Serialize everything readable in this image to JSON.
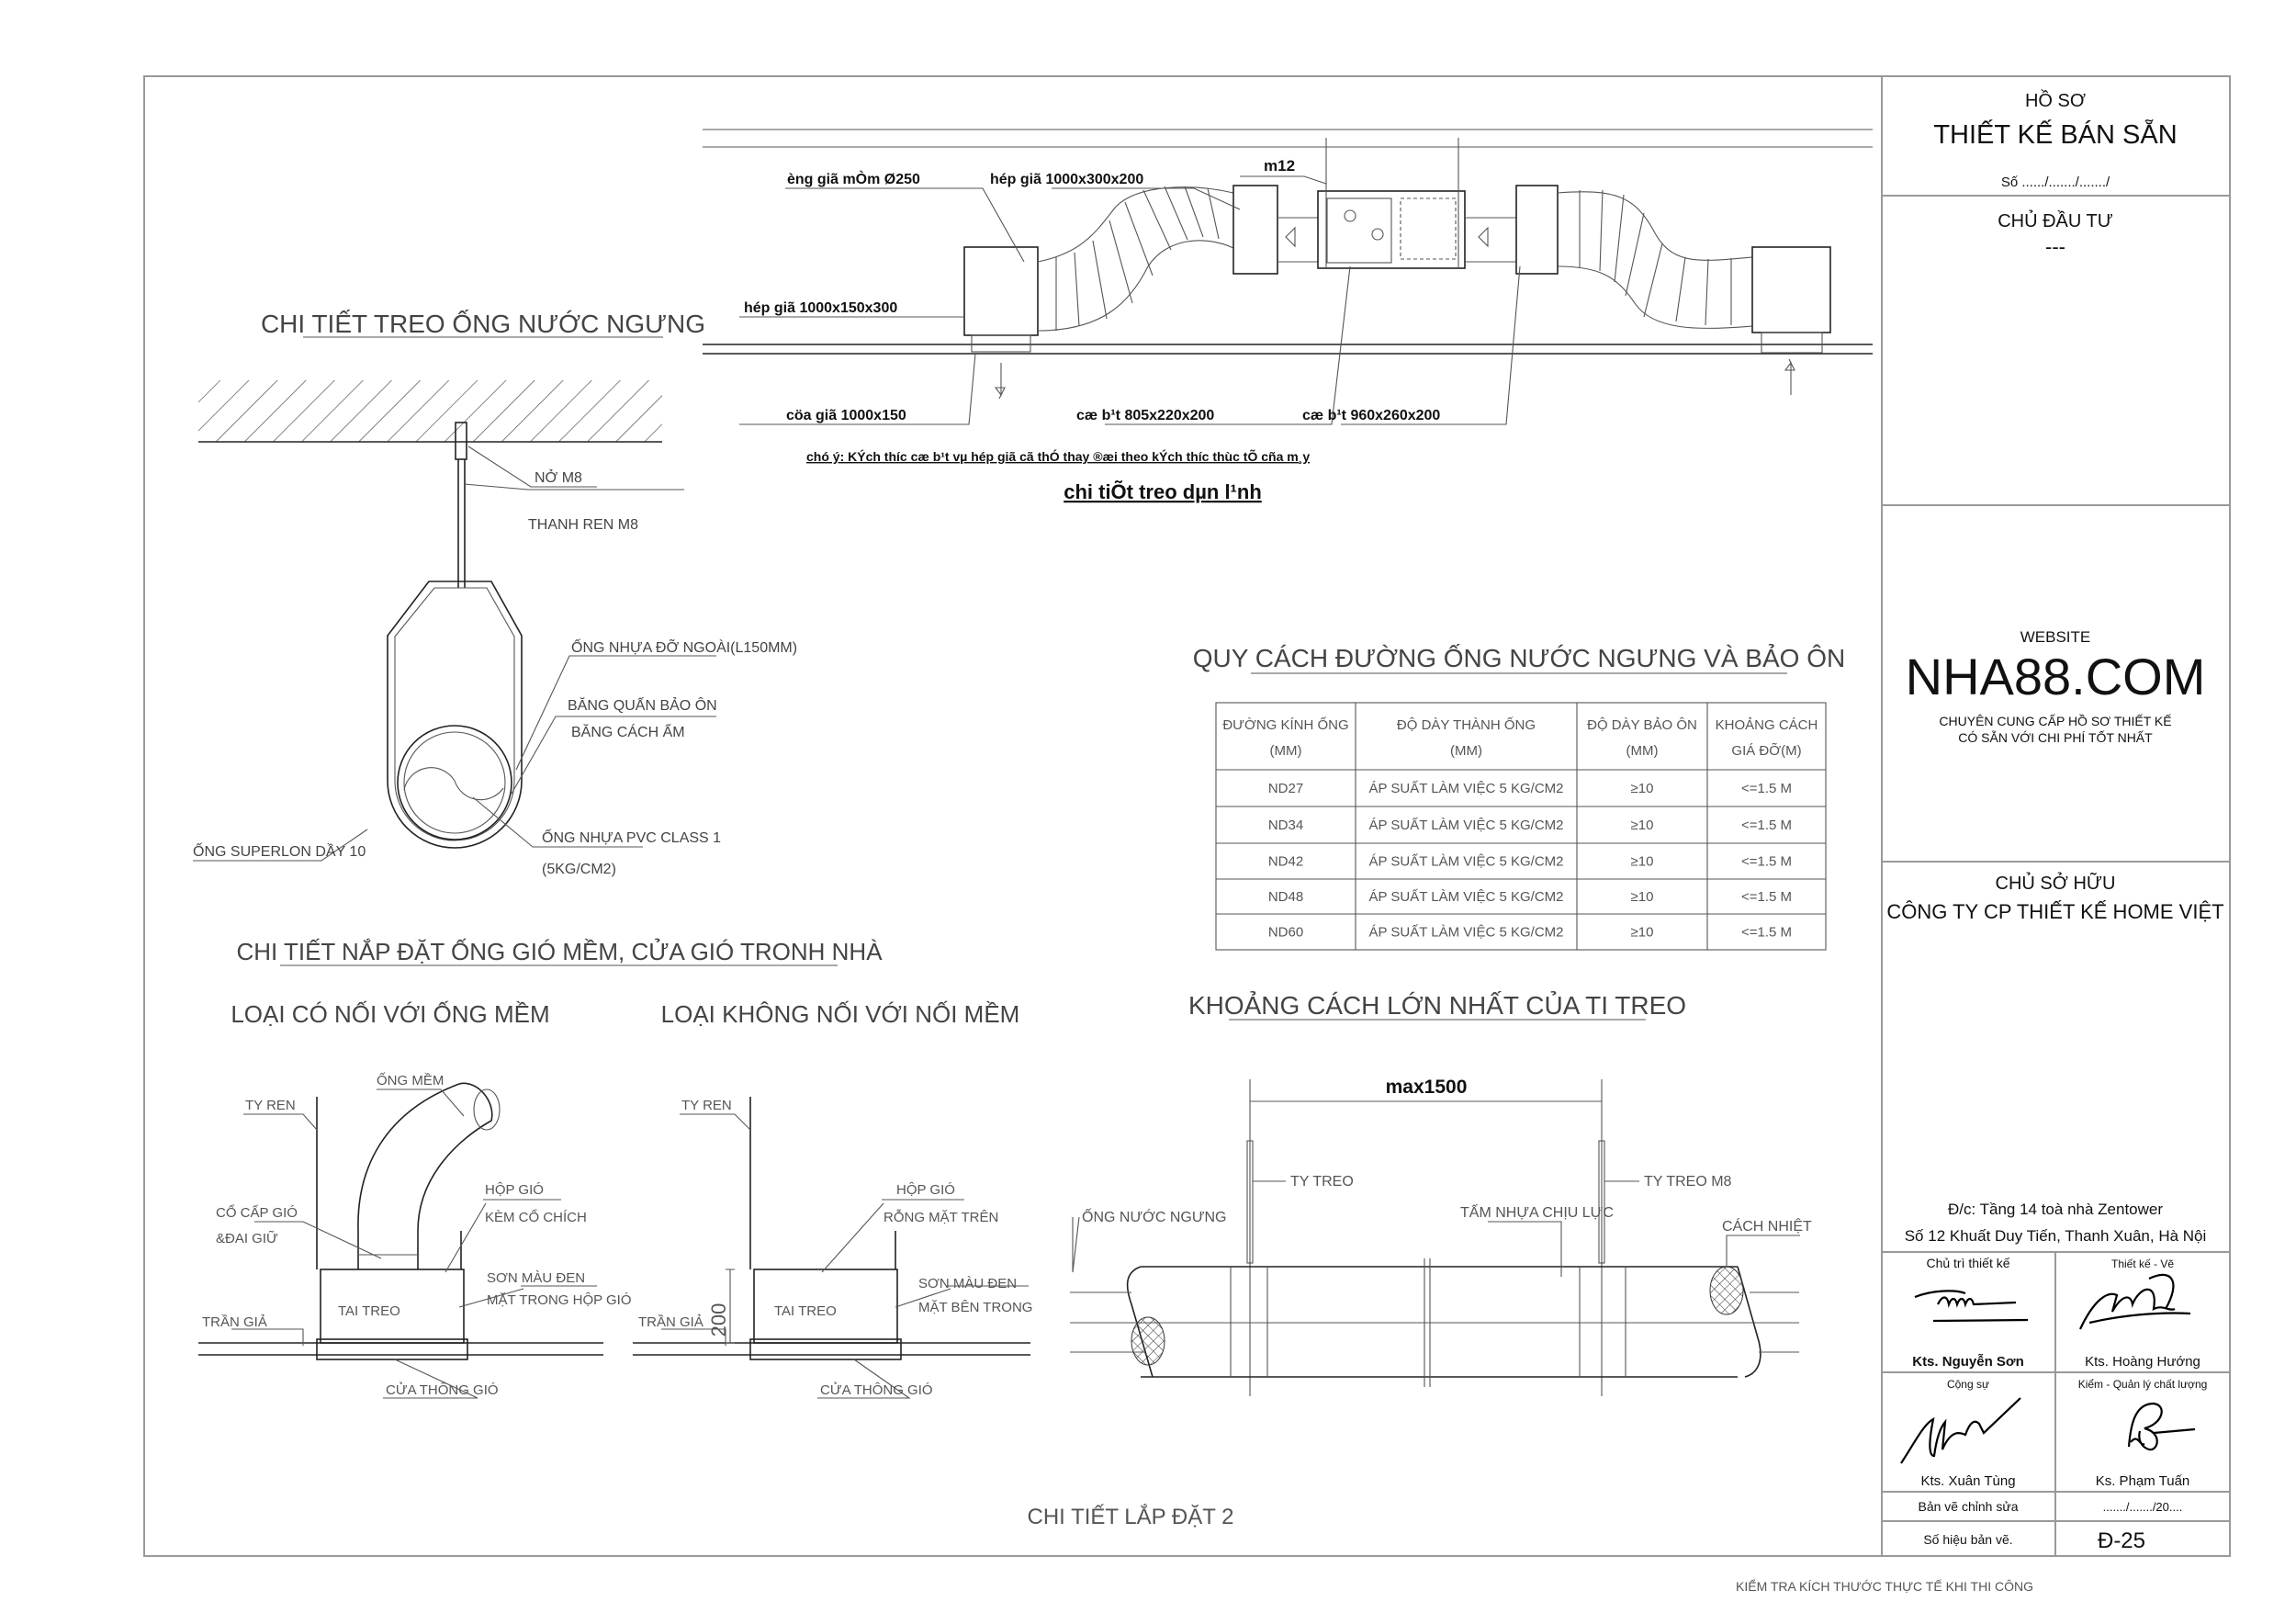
{
  "title_block": {
    "ho_so": "HỒ SƠ",
    "thiet_ke": "THIẾT KẾ BÁN SẴN",
    "so": "Số ....../......./......./",
    "chu_dau_tu_label": "CHỦ ĐẦU TƯ",
    "chu_dau_tu_value": "---",
    "website_label": "WEBSITE",
    "website": "NHA88.COM",
    "slogan_1": "CHUYÊN CUNG CẤP HỒ SƠ THIẾT KẾ",
    "slogan_2": "CÓ SẴN VỚI CHI PHÍ TỐT NHẤT",
    "chu_so_huu_label": "CHỦ SỞ HỮU",
    "chu_so_huu": "CÔNG TY CP THIẾT KẾ HOME VIỆT",
    "address_1": "Đ/c: Tầng 14 toà nhà Zentower",
    "address_2": "Số 12 Khuất Duy Tiến, Thanh Xuân, Hà Nội",
    "roles": [
      {
        "role": "Chủ trì thiết kế",
        "name": "Kts. Nguyễn Sơn"
      },
      {
        "role": "Thiết kế - Vẽ",
        "name": "Kts. Hoàng Hướng"
      },
      {
        "role": "Cộng sự",
        "name": "Kts. Xuân Tùng"
      },
      {
        "role": "Kiểm - Quản lý chất lượng",
        "name": "Ks. Phạm Tuấn"
      }
    ],
    "ban_ve_chinh_sua_label": "Bản vẽ chỉnh sửa",
    "ban_ve_chinh_sua_value": "......./......./20....",
    "so_hieu_label": "Số hiệu bản vẽ.",
    "so_hieu_value": "Đ-25"
  },
  "footer_note": "KIỂM TRA KÍCH THƯỚC THỰC TẾ KHI THI CÔNG",
  "sheet_title": "CHI TIẾT LẮP ĐẶT 2",
  "duct_detail": {
    "labels": {
      "flex_duct": "èng giã mÒm Ø250",
      "box_top": "hép giã 1000x300x200",
      "rod": "m12",
      "box_left": "hép giã 1000x150x300",
      "grille": "cöa giã 1000x150",
      "silencer_1": "cæ b¹t 805x220x200",
      "silencer_2": "cæ b¹t 960x260x200"
    },
    "note": "chó ý: KÝch th­íc cæ b¹t vµ hép giã cã thÓ thay ®æi theo kÝch th­íc thùc tÕ cña m¸y",
    "title": "chi tiÕt treo dµn l¹nh"
  },
  "condensate_hanger": {
    "title": "CHI TIẾT TREO ỐNG NƯỚC NGƯNG",
    "labels": {
      "anchor": "NỞ M8",
      "rod": "THANH REN M8",
      "outer_sleeve": "ỐNG NHỰA ĐỠ NGOÀI(L150MM)",
      "wrap_1": "BĂNG QUẤN BẢO ÔN",
      "wrap_2": "BĂNG CÁCH ẨM",
      "pvc_1": "ỐNG NHỰA PVC CLASS 1",
      "pvc_2": "(5KG/CM2)",
      "superlon": "ỐNG SUPERLON DẦY 10"
    }
  },
  "spec_table": {
    "title": "QUY CÁCH ĐƯỜNG ỐNG NƯỚC NGƯNG VÀ BẢO ÔN",
    "headers": [
      [
        "ĐƯỜNG KÍNH ỐNG",
        "(MM)"
      ],
      [
        "ĐỘ DÀY THÀNH ỐNG",
        "(MM)"
      ],
      [
        "ĐỘ DÀY BẢO ÔN",
        "(MM)"
      ],
      [
        "KHOẢNG CÁCH",
        "GIÁ ĐỠ(M)"
      ]
    ],
    "rows": [
      [
        "ND27",
        "ÁP SUẤT LÀM VIỆC 5 KG/CM2",
        "≥10",
        "<=1.5 M"
      ],
      [
        "ND34",
        "ÁP SUẤT LÀM VIỆC 5 KG/CM2",
        "≥10",
        "<=1.5 M"
      ],
      [
        "ND42",
        "ÁP SUẤT LÀM VIỆC 5 KG/CM2",
        "≥10",
        "<=1.5 M"
      ],
      [
        "ND48",
        "ÁP SUẤT LÀM VIỆC 5 KG/CM2",
        "≥10",
        "<=1.5 M"
      ],
      [
        "ND60",
        "ÁP SUẤT LÀM VIỆC 5 KG/CM2",
        "≥10",
        "<=1.5 M"
      ]
    ]
  },
  "diffuser_detail": {
    "title": "CHI TIẾT NẮP ĐẶT ỐNG GIÓ MỀM, CỬA GIÓ TRONH NHÀ",
    "left": {
      "title": "LOẠI CÓ NỐI VỚI ỐNG MỀM",
      "ty_ren": "TY REN",
      "ong_mem": "ỐNG MỀM",
      "hop_gio_1": "HỘP GIÓ",
      "hop_gio_2": "KÈM CỔ CHÍCH",
      "co_cap_1": "CỔ CẤP GIÓ",
      "co_cap_2": "&ĐAI GIỮ",
      "son_1": "SƠN MÀU ĐEN",
      "son_2": "MẶT TRONG HỘP GIÓ",
      "tai_treo": "TAI TREO",
      "tran_gia": "TRẦN GIẢ",
      "cua": "CỬA THÔNG GIÓ"
    },
    "right": {
      "title": "LOẠI KHÔNG NỐI VỚI NỐI MỀM",
      "ty_ren": "TY REN",
      "hop_gio_1": "HỘP GIÓ",
      "hop_gio_2": "RỖNG MẶT TRÊN",
      "son_1": "SƠN MÀU ĐEN",
      "son_2": "MẶT BÊN TRONG",
      "tai_treo": "TAI TREO",
      "tran_gia": "TRẦN GIẢ",
      "dim": "200",
      "cua": "CỬA THÔNG GIÓ"
    }
  },
  "hanger_spacing": {
    "title": "KHOẢNG CÁCH LỚN NHẤT CỦA TI TREO",
    "dim": "max1500",
    "ty_treo": "TY TREO",
    "ty_treo_m8": "TY TREO M8",
    "pipe": "ỐNG NƯỚC NGƯNG",
    "plate": "TẤM NHỰA CHỊU LỰC",
    "insulation": "CÁCH NHIỆT"
  }
}
